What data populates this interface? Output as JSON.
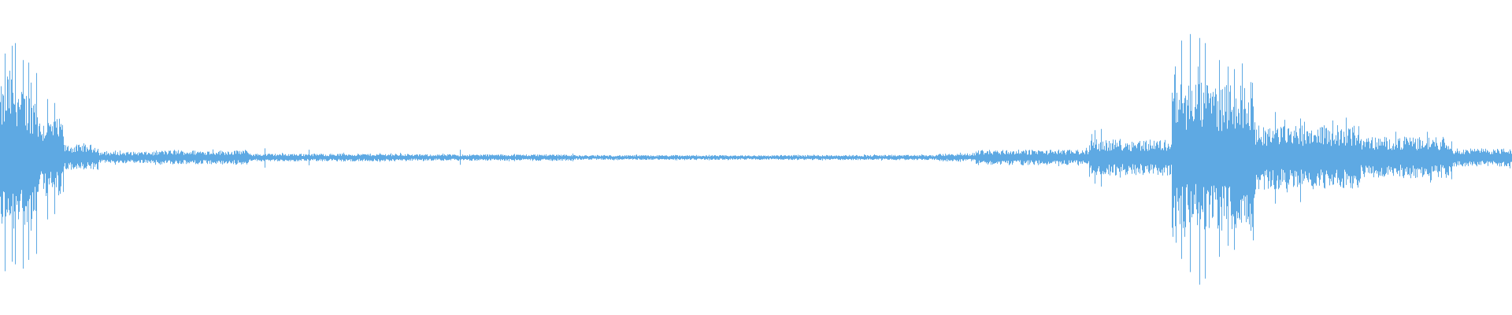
{
  "waveform": {
    "color": "#5ea9e3",
    "background": "#ffffff",
    "segments": [
      {
        "from": 0.0,
        "to": 0.004,
        "amp": 0.55
      },
      {
        "from": 0.004,
        "to": 0.012,
        "amp": 0.68
      },
      {
        "from": 0.012,
        "to": 0.025,
        "amp": 0.52
      },
      {
        "from": 0.025,
        "to": 0.042,
        "amp": 0.3
      },
      {
        "from": 0.042,
        "to": 0.065,
        "amp": 0.1
      },
      {
        "from": 0.065,
        "to": 0.105,
        "amp": 0.045
      },
      {
        "from": 0.105,
        "to": 0.165,
        "amp": 0.055
      },
      {
        "from": 0.165,
        "to": 0.27,
        "amp": 0.03
      },
      {
        "from": 0.27,
        "to": 0.38,
        "amp": 0.025
      },
      {
        "from": 0.38,
        "to": 0.52,
        "amp": 0.018
      },
      {
        "from": 0.52,
        "to": 0.62,
        "amp": 0.02
      },
      {
        "from": 0.62,
        "to": 0.645,
        "amp": 0.03
      },
      {
        "from": 0.645,
        "to": 0.72,
        "amp": 0.06
      },
      {
        "from": 0.72,
        "to": 0.722,
        "amp": 0.16
      },
      {
        "from": 0.722,
        "to": 0.775,
        "amp": 0.14
      },
      {
        "from": 0.775,
        "to": 0.778,
        "amp": 0.72
      },
      {
        "from": 0.778,
        "to": 0.83,
        "amp": 0.58
      },
      {
        "from": 0.83,
        "to": 0.9,
        "amp": 0.25
      },
      {
        "from": 0.9,
        "to": 0.96,
        "amp": 0.16
      },
      {
        "from": 0.96,
        "to": 1.0,
        "amp": 0.07
      }
    ],
    "peaks": [
      {
        "at": 0.003,
        "amp": 0.8
      },
      {
        "at": 0.008,
        "amp": 0.86
      },
      {
        "at": 0.01,
        "amp": 0.88
      },
      {
        "at": 0.015,
        "amp": 0.75
      },
      {
        "at": 0.019,
        "amp": 0.73
      },
      {
        "at": 0.024,
        "amp": 0.65
      },
      {
        "at": 0.031,
        "amp": 0.45
      },
      {
        "at": 0.036,
        "amp": 0.42
      },
      {
        "at": 0.175,
        "amp": 0.07
      },
      {
        "at": 0.204,
        "amp": 0.06
      },
      {
        "at": 0.304,
        "amp": 0.06
      },
      {
        "at": 0.724,
        "amp": 0.21
      },
      {
        "at": 0.728,
        "amp": 0.22
      },
      {
        "at": 0.781,
        "amp": 0.9
      },
      {
        "at": 0.787,
        "amp": 0.95
      },
      {
        "at": 0.793,
        "amp": 0.92
      },
      {
        "at": 0.797,
        "amp": 0.88
      },
      {
        "at": 0.806,
        "amp": 0.75
      },
      {
        "at": 0.812,
        "amp": 0.7
      },
      {
        "at": 0.816,
        "amp": 0.68
      },
      {
        "at": 0.827,
        "amp": 0.58
      },
      {
        "at": 0.843,
        "amp": 0.35
      },
      {
        "at": 0.86,
        "amp": 0.3
      }
    ]
  }
}
